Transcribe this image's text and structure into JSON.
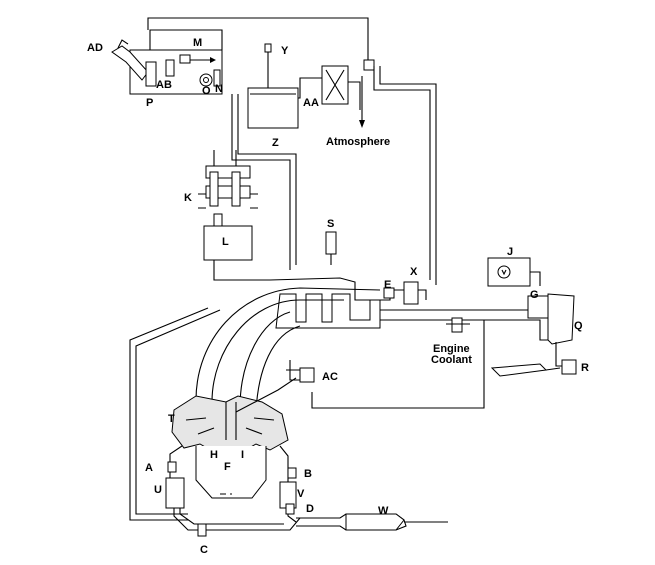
{
  "labels": {
    "AD": "AD",
    "M": "M",
    "AB": "AB",
    "O": "O",
    "N": "N",
    "P": "P",
    "Y": "Y",
    "AA": "AA",
    "Z": "Z",
    "atmosphere": "Atmosphere",
    "K": "K",
    "L": "L",
    "S": "S",
    "J": "J",
    "X": "X",
    "E": "E",
    "G": "G",
    "Q": "Q",
    "R": "R",
    "engine": "Engine",
    "coolant": "Coolant",
    "AC": "AC",
    "T": "T",
    "H": "H",
    "F": "F",
    "I": "I",
    "A": "A",
    "B": "B",
    "U": "U",
    "V": "V",
    "D": "D",
    "W": "W",
    "C": "C"
  },
  "icons": {
    "motor": "motor-icon",
    "arrow": "arrow-down-icon"
  }
}
